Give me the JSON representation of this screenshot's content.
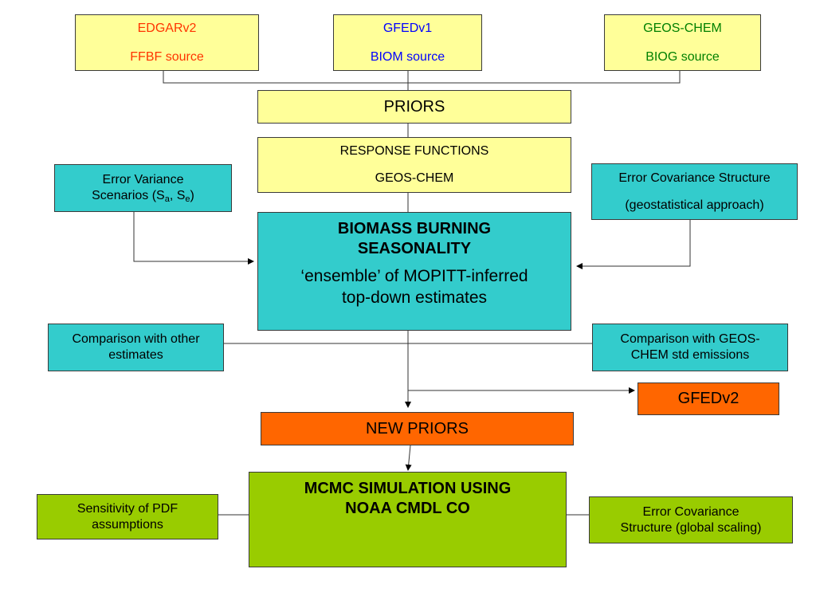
{
  "colors": {
    "yellow": "#ffff99",
    "teal": "#33cccc",
    "orange": "#ff6600",
    "green": "#99cc00",
    "red_text": "#ff3300",
    "blue_text": "#0000ff",
    "green_text": "#008000"
  },
  "sources": {
    "edgar": {
      "line1": "EDGARv2",
      "line2": "FFBF source"
    },
    "gfed": {
      "line1": "GFEDv1",
      "line2": "BIOM source"
    },
    "geoschem": {
      "line1": "GEOS-CHEM",
      "line2": "BIOG source"
    }
  },
  "priors": "PRIORS",
  "response": {
    "line1": "RESPONSE FUNCTIONS",
    "line2": "GEOS-CHEM"
  },
  "error_variance": {
    "line1": "Error Variance",
    "line2_prefix": "Scenarios (S",
    "sub_a": "a",
    "sep": ", S",
    "sub_e": "e",
    "close": ")"
  },
  "error_covariance": {
    "line1": "Error Covariance Structure",
    "line2": "(geostatistical approach)"
  },
  "biomass": {
    "title1": "BIOMASS BURNING",
    "title2": "SEASONALITY",
    "sub1": "‘ensemble’ of MOPITT-inferred",
    "sub2": "top-down estimates"
  },
  "comparison_other": {
    "line1": "Comparison with other",
    "line2": "estimates"
  },
  "comparison_geos": {
    "line1": "Comparison with GEOS-",
    "line2": "CHEM std emissions"
  },
  "gfedv2": "GFEDv2",
  "new_priors": "NEW PRIORS",
  "mcmc": {
    "line1": "MCMC SIMULATION USING",
    "line2": "NOAA CMDL CO"
  },
  "sensitivity": {
    "line1": "Sensitivity of PDF",
    "line2": "assumptions"
  },
  "error_cov_global": {
    "line1": "Error Covariance",
    "line2": "Structure (global scaling)"
  }
}
